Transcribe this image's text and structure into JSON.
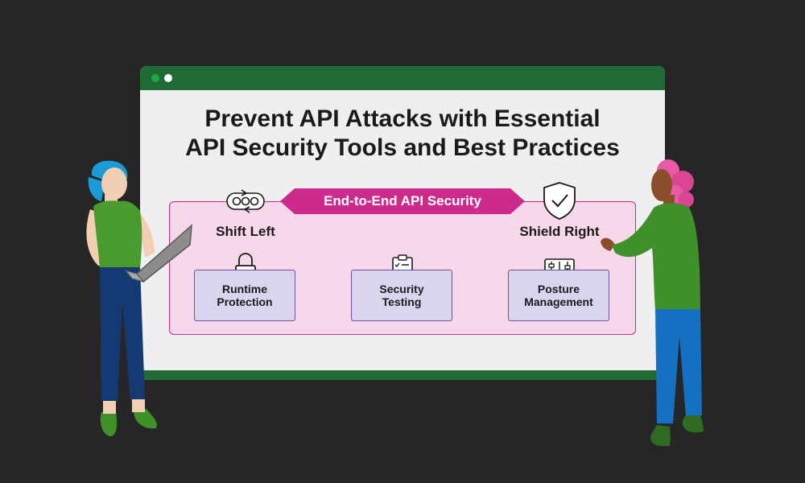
{
  "title": {
    "line1": "Prevent API Attacks with Essential",
    "line2": "API Security Tools and Best Practices"
  },
  "banner": {
    "label": "End-to-End API Security"
  },
  "sides": {
    "left": "Shift Left",
    "right": "Shield Right"
  },
  "cards": [
    {
      "line1": "Runtime",
      "line2": "Protection",
      "icon": "padlock-icon"
    },
    {
      "line1": "Security",
      "line2": "Testing",
      "icon": "checklist-icon"
    },
    {
      "line1": "Posture",
      "line2": "Management",
      "icon": "sliders-icon"
    }
  ],
  "colors": {
    "background": "#262626",
    "window_bar": "#1e6b36",
    "panel_fill": "#f7d7ea",
    "accent_magenta": "#cc2a8c",
    "card_fill": "#d9d5ee",
    "card_border": "#6f4fa0"
  }
}
